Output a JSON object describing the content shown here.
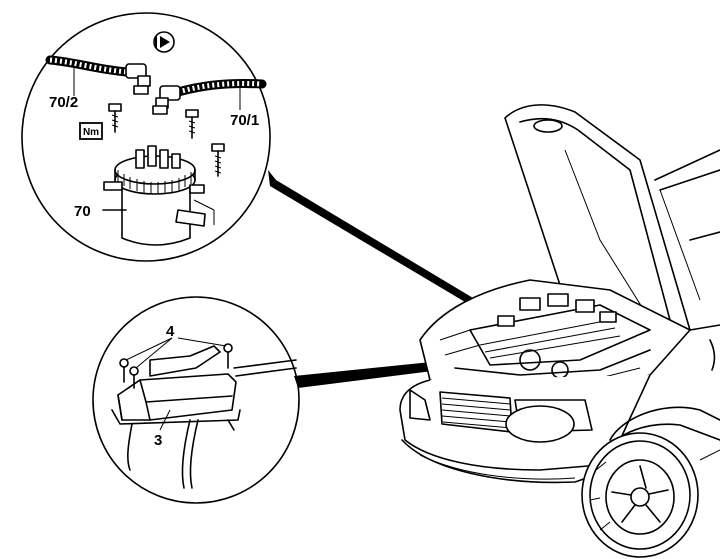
{
  "callouts": {
    "torque_box": "Nm",
    "part_70": "70",
    "part_70_1": "70/1",
    "part_70_2": "70/2",
    "part_3": "3",
    "part_4": "4"
  },
  "icons": {
    "install_symbol": "play-in-circle-icon"
  },
  "colors": {
    "line": "#000000",
    "background": "#ffffff"
  }
}
